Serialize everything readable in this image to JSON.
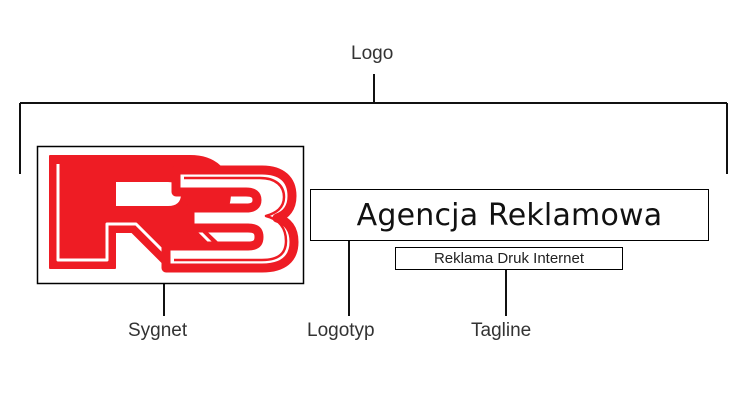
{
  "labels": {
    "top": "Logo",
    "sygnet": "Sygnet",
    "logotyp": "Logotyp",
    "tagline": "Tagline"
  },
  "logo": {
    "mark_text": "R3",
    "logotype": "Agencja Reklamowa",
    "tagline": "Reklama Druk Internet",
    "brand_color": "#ee1c24"
  }
}
